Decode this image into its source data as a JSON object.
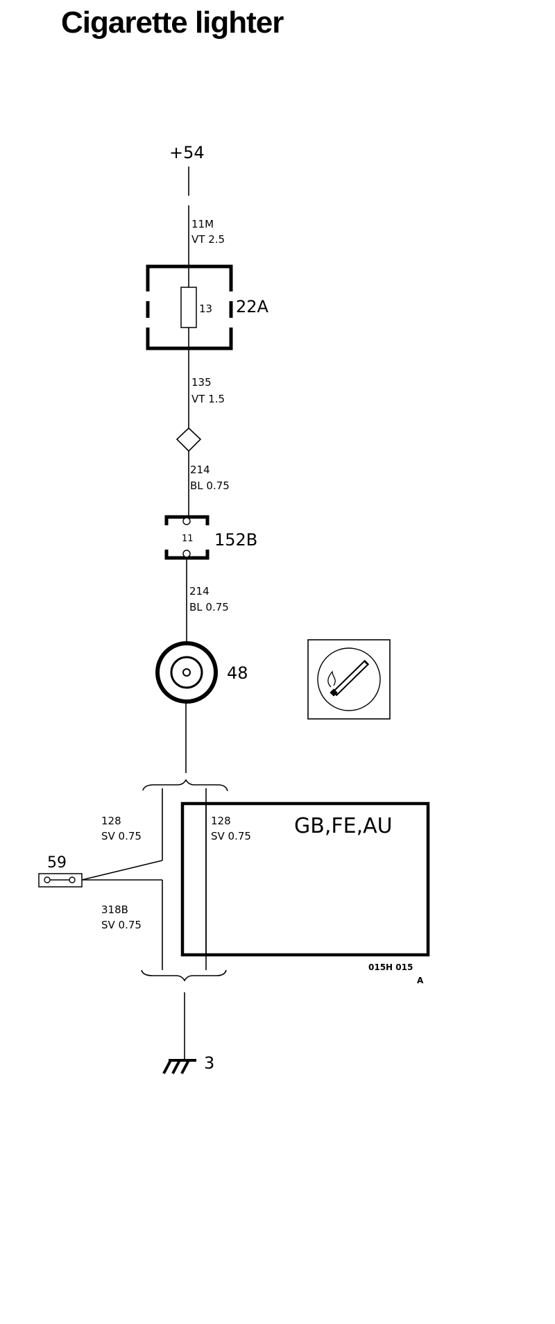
{
  "title": "Cigarette lighter",
  "supply": {
    "label": "+54"
  },
  "wires": {
    "w1": {
      "code": "11M",
      "spec": "VT 2.5"
    },
    "w2": {
      "code": "135",
      "spec": "VT 1.5"
    },
    "w3": {
      "code": "214",
      "spec": "BL 0.75"
    },
    "w4": {
      "code": "214",
      "spec": "BL 0.75"
    },
    "w5": {
      "code": "128",
      "spec": "SV 0.75"
    },
    "w6": {
      "code": "128",
      "spec": "SV 0.75"
    },
    "w7": {
      "code": "318B",
      "spec": "SV 0.75"
    }
  },
  "components": {
    "fuse_box": {
      "label": "22A",
      "fuse_number": "13"
    },
    "connector": {
      "label": "152B",
      "pin": "11"
    },
    "lighter": {
      "label": "48"
    },
    "terminal": {
      "label": "59"
    },
    "ground": {
      "label": "3"
    }
  },
  "variant_box": {
    "label": "GB,FE,AU"
  },
  "reference": {
    "line1": "015H 015",
    "line2": "A"
  },
  "icons": {
    "lighter_symbol": "cigarette-lighter-icon"
  }
}
